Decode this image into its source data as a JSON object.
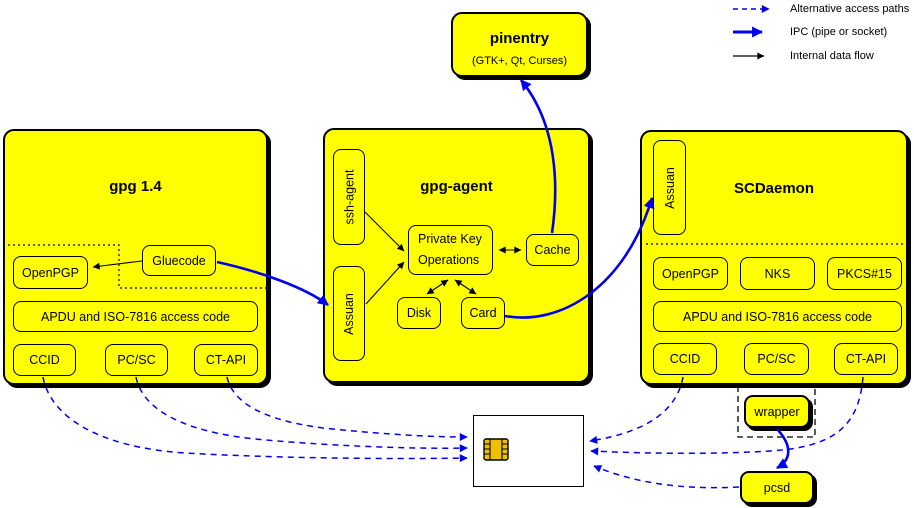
{
  "legend": {
    "items": [
      {
        "label": "Alternative access paths",
        "type": "dashed-blue-arrow"
      },
      {
        "label": "IPC (pipe or socket)",
        "type": "solid-blue-arrow"
      },
      {
        "label": "Internal data flow",
        "type": "black-arrow"
      }
    ]
  },
  "pinentry": {
    "title": "pinentry",
    "subtitle": "(GTK+, Qt, Curses)"
  },
  "gpg14": {
    "title": "gpg 1.4",
    "openpgp": "OpenPGP",
    "gluecode": "Gluecode",
    "apdu": "APDU and ISO-7816 access code",
    "ccid": "CCID",
    "pcsc": "PC/SC",
    "ctapi": "CT-API"
  },
  "agent": {
    "title": "gpg-agent",
    "ssh_agent": "ssh-agent",
    "assuan": "Assuan",
    "pko": "Private Key Operations",
    "cache": "Cache",
    "disk": "Disk",
    "card": "Card"
  },
  "scd": {
    "title": "SCDaemon",
    "assuan": "Assuan",
    "openpgp": "OpenPGP",
    "nks": "NKS",
    "pkcs15": "PKCS#15",
    "apdu": "APDU and ISO-7816 access code",
    "ccid": "CCID",
    "pcsc": "PC/SC",
    "ctapi": "CT-API"
  },
  "ext": {
    "wrapper": "wrapper",
    "pcsd": "pcsd"
  },
  "colors": {
    "box_fill": "#ffff00",
    "arrow_blue": "#0000ee",
    "line_black": "#000000",
    "chip_gold": "#f0c000",
    "card_fill": "#ffffff"
  }
}
